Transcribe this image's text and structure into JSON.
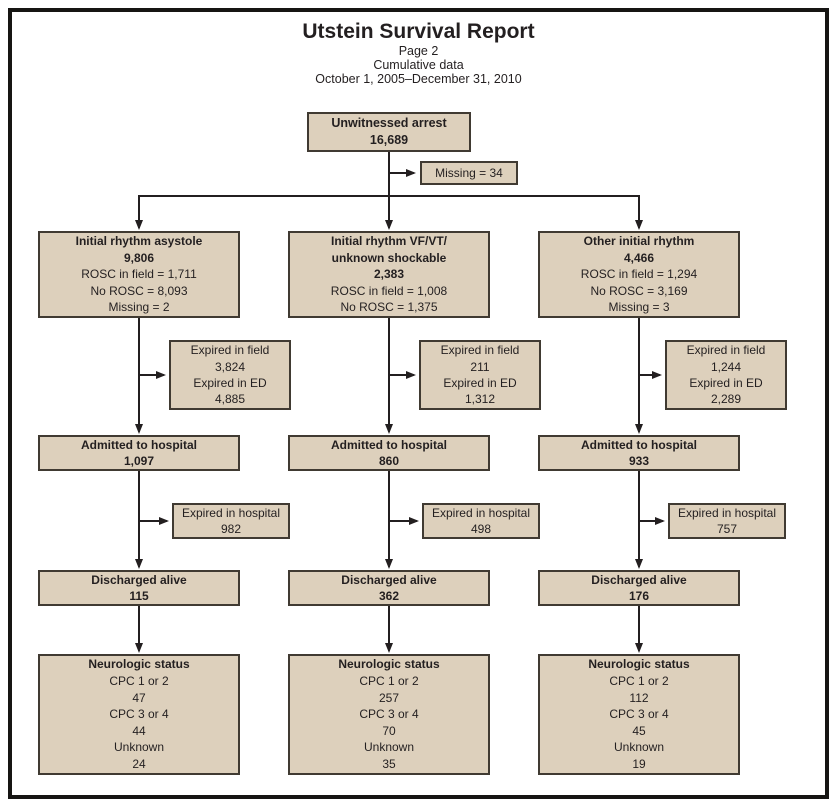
{
  "page": {
    "title": "Utstein Survival Report",
    "subtitle_lines": [
      "Page 2",
      "Cumulative data",
      "October 1, 2005–December 31, 2010"
    ]
  },
  "colors": {
    "box_fill": "#ddd0bc",
    "box_border": "#403a32",
    "line": "#231f20",
    "frame": "#161513",
    "text": "#231f20",
    "background": "#ffffff"
  },
  "flow": {
    "root": {
      "title": "Unwitnessed arrest",
      "value": "16,689"
    },
    "missing": {
      "label": "Missing = 34"
    },
    "columns": [
      {
        "rhythm": {
          "title_lines": [
            "Initial rhythm asystole"
          ],
          "value": "9,806",
          "details": [
            "ROSC in field = 1,711",
            "No ROSC = 8,093",
            "Missing = 2"
          ]
        },
        "expired_prehospital": [
          "Expired in field",
          "3,824",
          "Expired in ED",
          "4,885"
        ],
        "admitted": {
          "title": "Admitted to hospital",
          "value": "1,097"
        },
        "expired_hospital": [
          "Expired in hospital",
          "982"
        ],
        "discharged": {
          "title": "Discharged alive",
          "value": "115"
        },
        "neurologic": {
          "title": "Neurologic status",
          "lines": [
            "CPC 1 or 2",
            "47",
            "CPC 3 or 4",
            "44",
            "Unknown",
            "24"
          ]
        }
      },
      {
        "rhythm": {
          "title_lines": [
            "Initial rhythm VF/VT/",
            "unknown shockable"
          ],
          "value": "2,383",
          "details": [
            "ROSC in field = 1,008",
            "No ROSC = 1,375"
          ]
        },
        "expired_prehospital": [
          "Expired in field",
          "211",
          "Expired in ED",
          "1,312"
        ],
        "admitted": {
          "title": "Admitted to hospital",
          "value": "860"
        },
        "expired_hospital": [
          "Expired in hospital",
          "498"
        ],
        "discharged": {
          "title": "Discharged alive",
          "value": "362"
        },
        "neurologic": {
          "title": "Neurologic status",
          "lines": [
            "CPC 1 or 2",
            "257",
            "CPC 3 or 4",
            "70",
            "Unknown",
            "35"
          ]
        }
      },
      {
        "rhythm": {
          "title_lines": [
            "Other initial rhythm"
          ],
          "value": "4,466",
          "details": [
            "ROSC in field = 1,294",
            "No ROSC = 3,169",
            "Missing = 3"
          ]
        },
        "expired_prehospital": [
          "Expired in field",
          "1,244",
          "Expired in ED",
          "2,289"
        ],
        "admitted": {
          "title": "Admitted to hospital",
          "value": "933"
        },
        "expired_hospital": [
          "Expired in hospital",
          "757"
        ],
        "discharged": {
          "title": "Discharged alive",
          "value": "176"
        },
        "neurologic": {
          "title": "Neurologic status",
          "lines": [
            "CPC 1 or 2",
            "112",
            "CPC 3 or 4",
            "45",
            "Unknown",
            "19"
          ]
        }
      }
    ]
  }
}
